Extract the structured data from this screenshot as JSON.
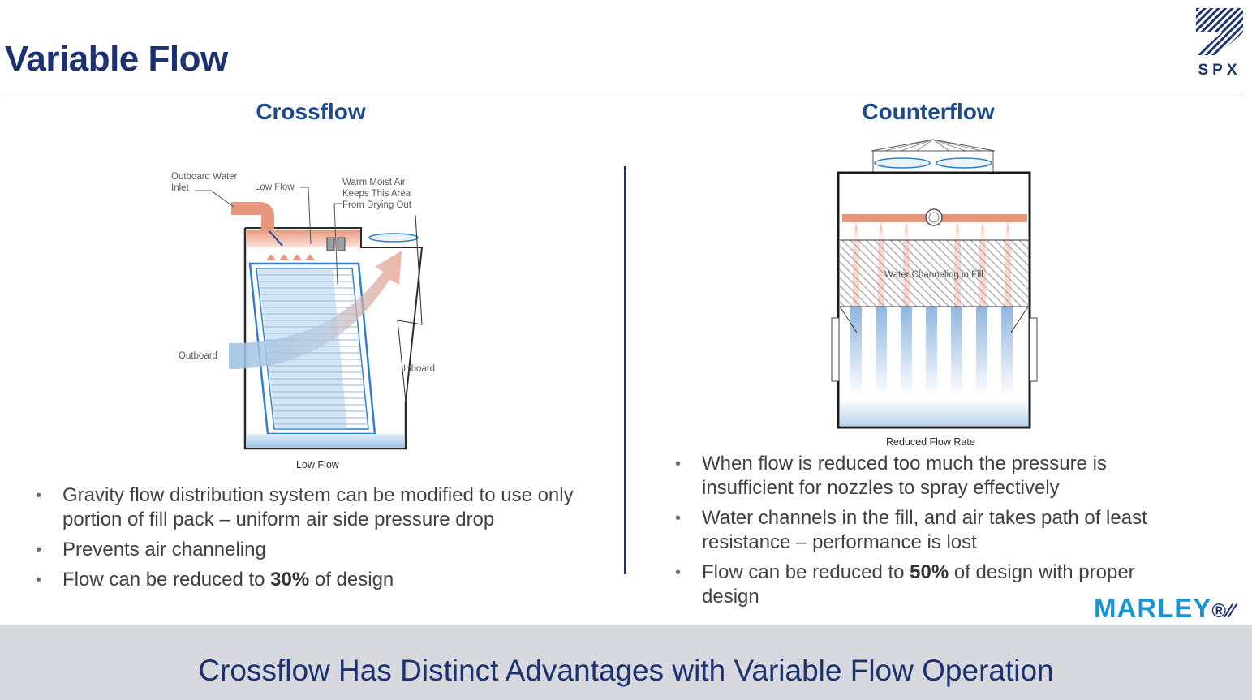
{
  "slide": {
    "title": "Variable Flow",
    "footer": "Crossflow Has Distinct Advantages with Variable Flow Operation"
  },
  "logos": {
    "spx": "SPX",
    "marley": "MARLEY",
    "marley_mark": "®⁄⁄"
  },
  "crossflow": {
    "heading": "Crossflow",
    "diagram_labels": {
      "outboard_water_inlet": [
        "Outboard Water",
        "Inlet"
      ],
      "low_flow_top": "Low Flow",
      "warm_moist_air": [
        "Warm Moist Air",
        "Keeps This Area",
        "From Drying Out"
      ],
      "outboard": "Outboard",
      "inboard": "Inboard"
    },
    "caption": "Low Flow",
    "bullets": [
      {
        "text": "Gravity flow distribution system can be modified to use only portion of fill pack – uniform air side pressure drop"
      },
      {
        "text": "Prevents air channeling"
      },
      {
        "pre": "Flow can be reduced to ",
        "bold": "30%",
        "post": " of design"
      }
    ]
  },
  "counterflow": {
    "heading": "Counterflow",
    "diagram_labels": {
      "fill": "Water Channeling in Fill"
    },
    "caption": "Reduced Flow Rate",
    "bullets": [
      {
        "text": "When flow is reduced too much the pressure is insufficient for nozzles to spray effectively"
      },
      {
        "text": "Water channels in the fill, and air takes path of least resistance – performance is lost"
      },
      {
        "pre": "Flow can be reduced to ",
        "bold": "50%",
        "post": " of design with proper design"
      }
    ]
  },
  "colors": {
    "navy": "#1c3270",
    "heading_blue": "#1c4a8a",
    "marley_blue": "#1a93d5",
    "water_salmon": "#e8967d",
    "air_blue": "#9ec3e6",
    "footer_band": "#d7d9df"
  }
}
